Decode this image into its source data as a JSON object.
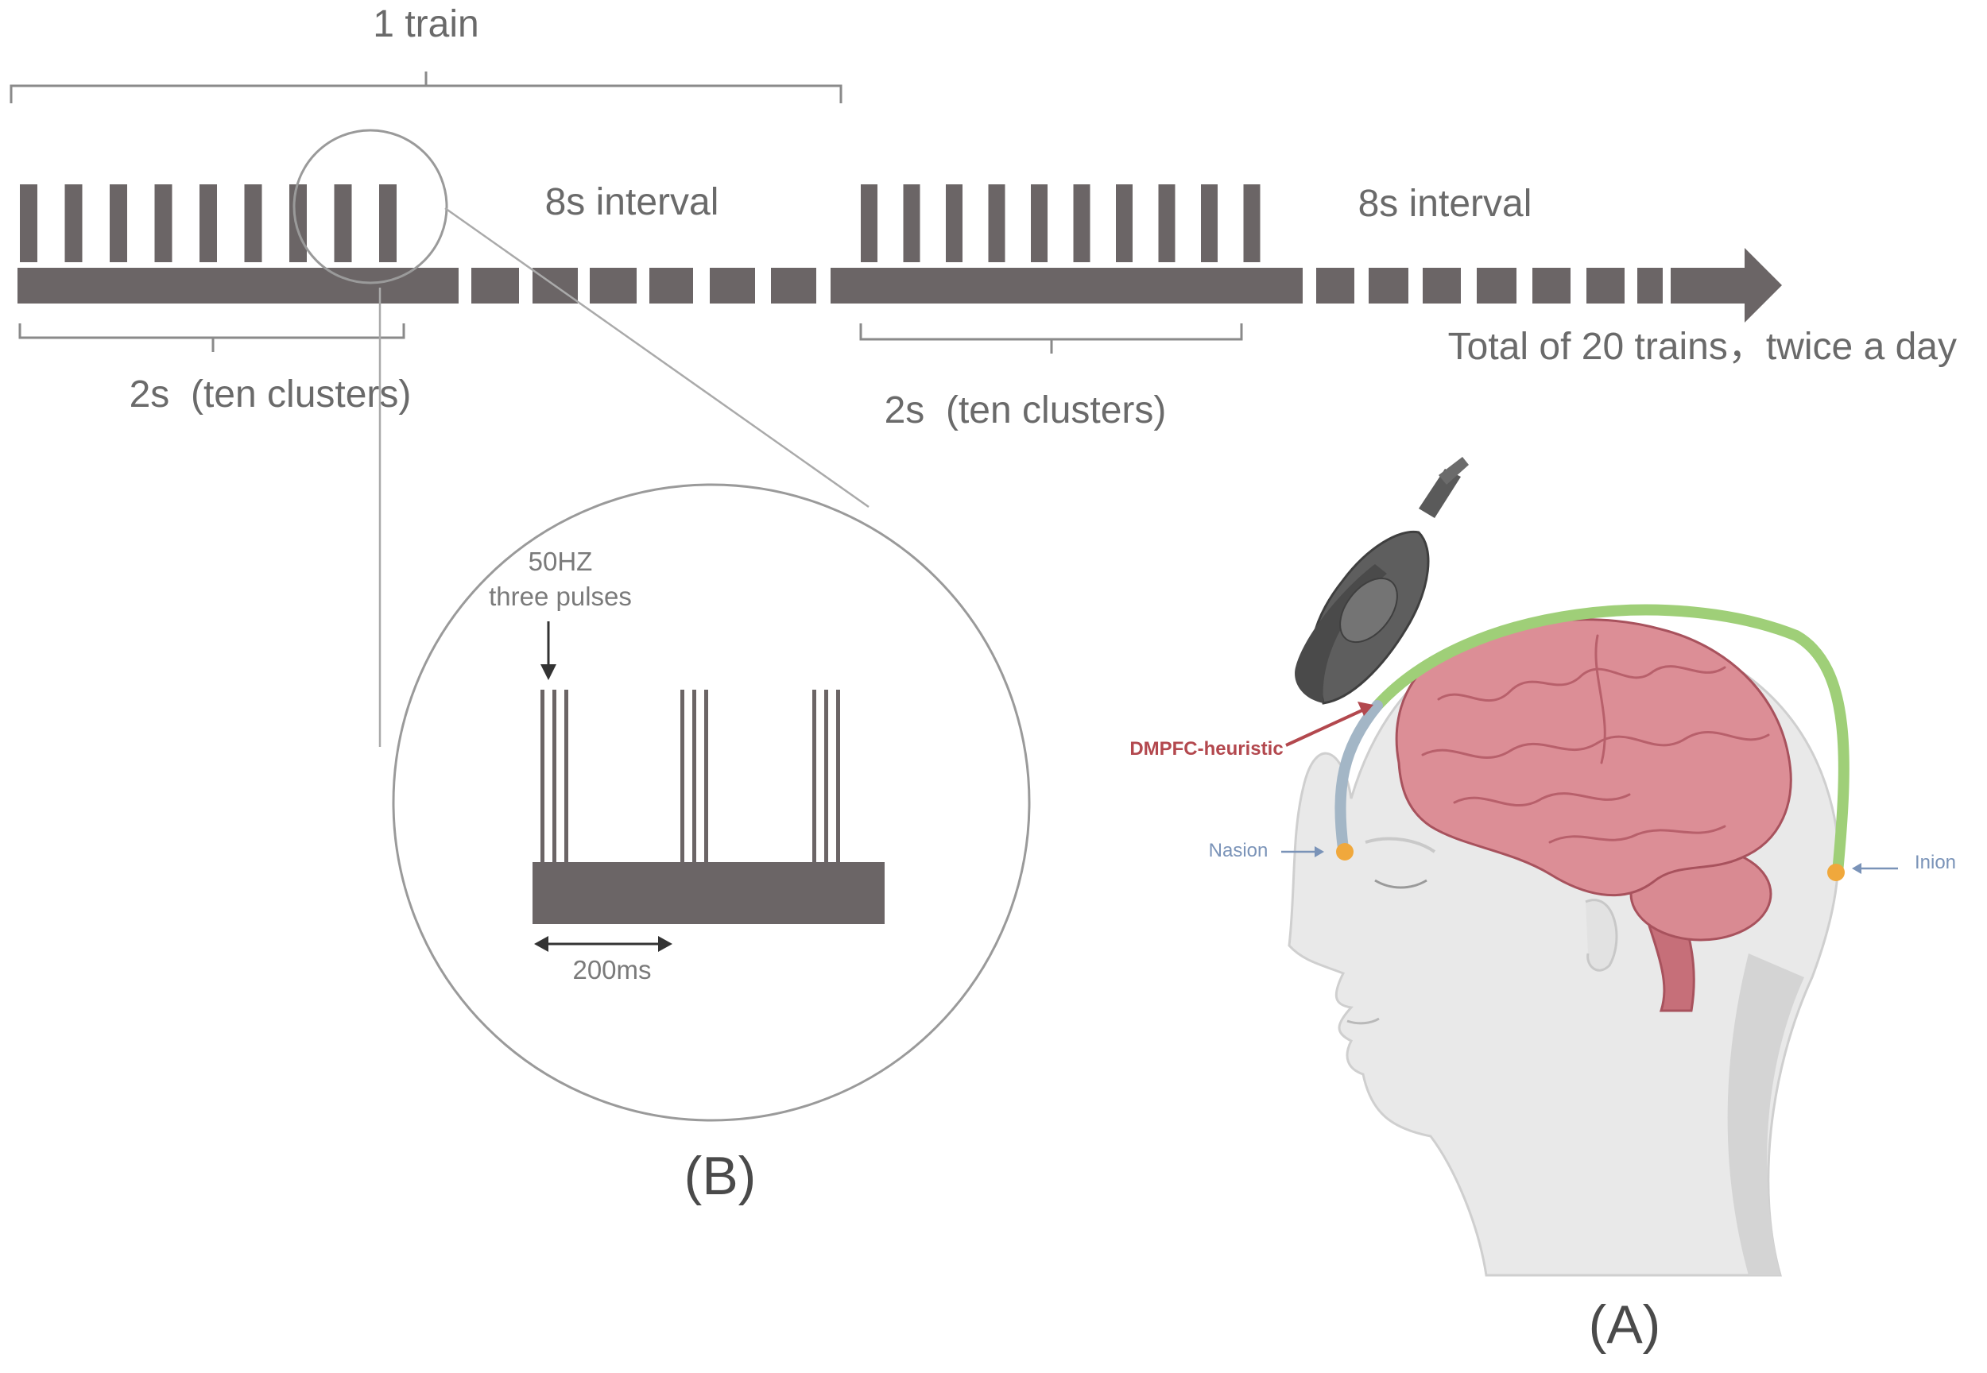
{
  "colors": {
    "bar": "#6b6566",
    "brace": "#8a8a8a",
    "text": "#6a6a6a",
    "brain": "#d98a92",
    "brain_dark": "#b8606b",
    "head": "#e9e9e9",
    "green_arc": "#9fcf78",
    "blue_arc": "#a3b6c6",
    "landmark": "#f0a83c",
    "dmpfc": "#b3484e",
    "landmark_label": "#7a93b8"
  },
  "timeline": {
    "train_label": "1 train",
    "interval_label_1": "8s interval",
    "interval_label_2": "8s interval",
    "cluster_label_1": "2s  (ten clusters)",
    "cluster_label_2": "2s  (ten clusters)",
    "total_label": "Total of 20 trains，twice a day",
    "bars_per_train": 9,
    "arrow_icon": "right-arrow"
  },
  "inset": {
    "freq_label": "50HZ",
    "pulse_label": "three pulses",
    "duration_label": "200ms",
    "pulses_per_burst": 3,
    "bursts_shown": 3,
    "panel_label": "(B)"
  },
  "head_diagram": {
    "target_label": "DMPFC-heuristic",
    "nasion_label": "Nasion",
    "inion_label": "Inion",
    "coil_icon": "tms-coil-icon",
    "panel_label": "(A)"
  }
}
